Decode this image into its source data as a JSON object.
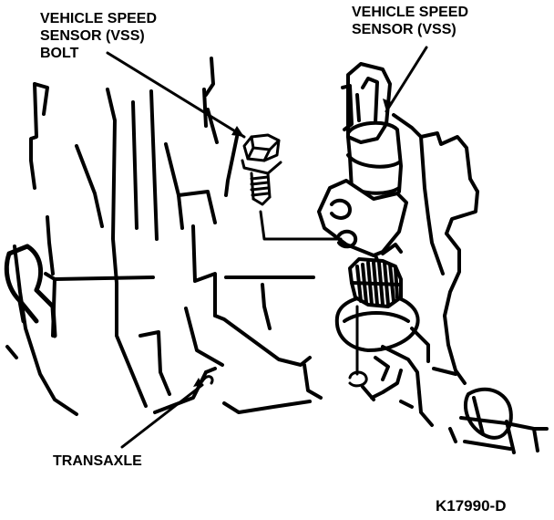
{
  "labels": {
    "vss_bolt": [
      "VEHICLE SPEED",
      "SENSOR (VSS)",
      "BOLT"
    ],
    "vss": [
      "VEHICLE SPEED",
      "SENSOR (VSS)"
    ],
    "transaxle": "TRANSAXLE",
    "figure_code": "K17990-D"
  },
  "colors": {
    "ink": "#000000",
    "paper": "#ffffff"
  }
}
